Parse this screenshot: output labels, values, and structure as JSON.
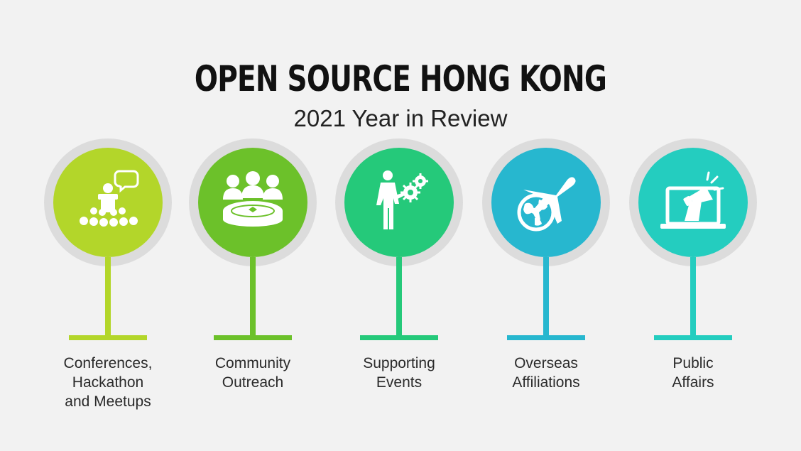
{
  "header": {
    "title": "OPEN SOURCE HONG KONG",
    "subtitle": "2021 Year in Review"
  },
  "items": [
    {
      "label_lines": [
        "Conferences,",
        "Hackathon",
        "and Meetups"
      ],
      "color": "#b3d62a",
      "icon": "conference-speaker-icon"
    },
    {
      "label_lines": [
        "Community",
        "Outreach"
      ],
      "color": "#6cc12a",
      "icon": "community-table-icon"
    },
    {
      "label_lines": [
        "Supporting",
        "Events"
      ],
      "color": "#25c97a",
      "icon": "businessman-gears-icon"
    },
    {
      "label_lines": [
        "Overseas",
        "Affiliations"
      ],
      "color": "#27b7cf",
      "icon": "globe-airplane-icon"
    },
    {
      "label_lines": [
        "Public",
        "Affairs"
      ],
      "color": "#24cdbf",
      "icon": "laptop-megaphone-icon"
    }
  ]
}
